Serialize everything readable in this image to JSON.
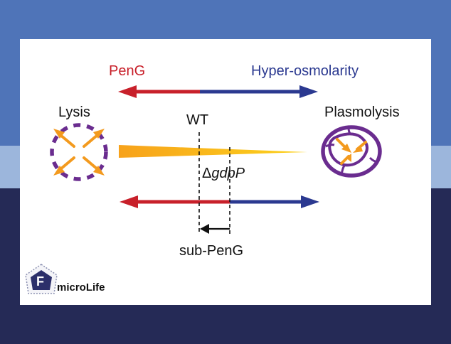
{
  "labels": {
    "peng": "PenG",
    "hyper": "Hyper-osmolarity",
    "lysis": "Lysis",
    "plasmolysis": "Plasmolysis",
    "wt": "WT",
    "gdpp_prefix": "Δ",
    "gdpp_gene": "gdpP",
    "sub_peng": "sub-PenG"
  },
  "logo": {
    "letter": "F",
    "text": "microLife"
  },
  "colors": {
    "red": "#c8202a",
    "blue": "#2b3990",
    "purple": "#6a2c8f",
    "orange": "#f39a1e",
    "yellow": "#f8c51c"
  }
}
